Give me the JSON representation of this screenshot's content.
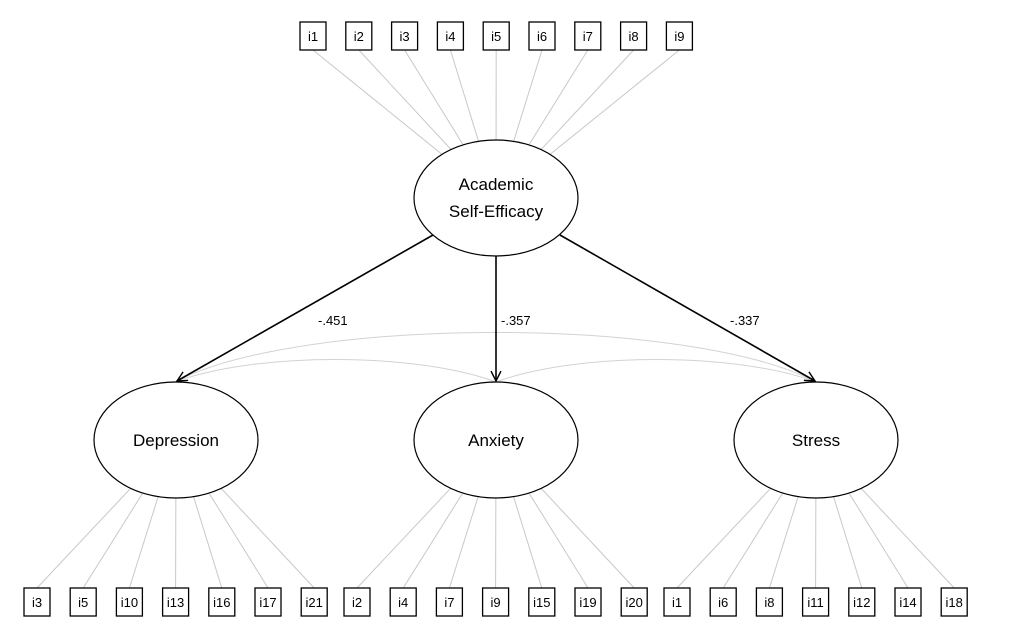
{
  "latents": {
    "ase": {
      "line1": "Academic",
      "line2": "Self-Efficacy"
    },
    "dep": {
      "label": "Depression"
    },
    "anx": {
      "label": "Anxiety"
    },
    "str": {
      "label": "Stress"
    }
  },
  "indicators": {
    "ase": [
      "i1",
      "i2",
      "i3",
      "i4",
      "i5",
      "i6",
      "i7",
      "i8",
      "i9"
    ],
    "dep": [
      "i3",
      "i5",
      "i10",
      "i13",
      "i16",
      "i17",
      "i21"
    ],
    "anx": [
      "i2",
      "i4",
      "i7",
      "i9",
      "i15",
      "i19",
      "i20"
    ],
    "str": [
      "i1",
      "i6",
      "i8",
      "i11",
      "i12",
      "i14",
      "i18"
    ]
  },
  "paths": [
    {
      "from": "Academic Self-Efficacy",
      "to": "Depression",
      "coef": "-.451"
    },
    {
      "from": "Academic Self-Efficacy",
      "to": "Anxiety",
      "coef": "-.357"
    },
    {
      "from": "Academic Self-Efficacy",
      "to": "Stress",
      "coef": "-.337"
    }
  ],
  "colors": {
    "line": "#000000",
    "loading": "#c8c8c8",
    "covariance": "#d2d2d2"
  }
}
